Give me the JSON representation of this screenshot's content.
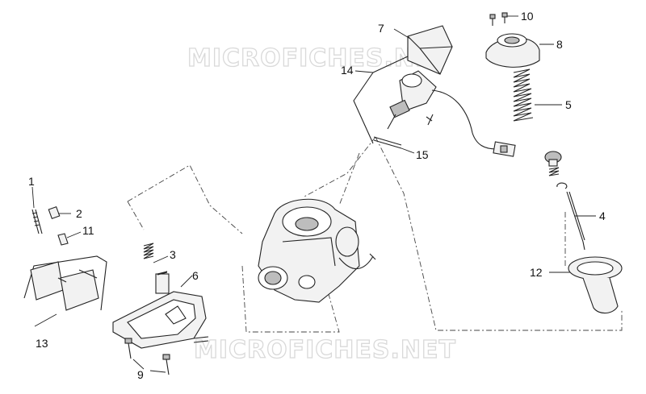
{
  "watermark": {
    "text": "MICROFICHES.NET"
  },
  "callouts": [
    {
      "id": "c1",
      "label": "1"
    },
    {
      "id": "c2",
      "label": "2"
    },
    {
      "id": "c3",
      "label": "3"
    },
    {
      "id": "c4",
      "label": "4"
    },
    {
      "id": "c5",
      "label": "5"
    },
    {
      "id": "c6",
      "label": "6"
    },
    {
      "id": "c7",
      "label": "7"
    },
    {
      "id": "c8",
      "label": "8"
    },
    {
      "id": "c9",
      "label": "9"
    },
    {
      "id": "c10",
      "label": "10"
    },
    {
      "id": "c11",
      "label": "11"
    },
    {
      "id": "c12",
      "label": "12"
    },
    {
      "id": "c13",
      "label": "13"
    },
    {
      "id": "c14",
      "label": "14"
    },
    {
      "id": "c15",
      "label": "15"
    }
  ]
}
